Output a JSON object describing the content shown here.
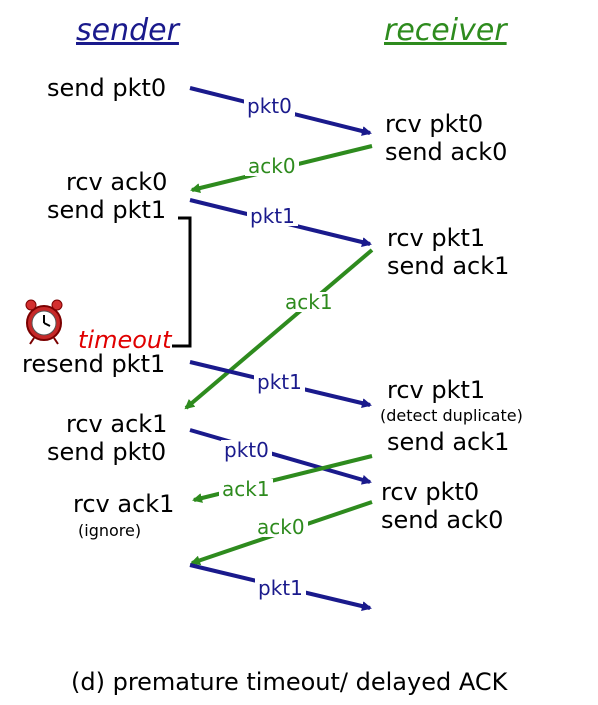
{
  "headers": {
    "sender": "sender",
    "receiver": "receiver"
  },
  "colors": {
    "packet": "#1a1a8c",
    "ack": "#2e8b1e",
    "timeout": "#e00000"
  },
  "sender_events": {
    "send_pkt0": "send pkt0",
    "rcv_ack0": "rcv ack0",
    "send_pkt1": "send pkt1",
    "timeout": "timeout",
    "resend_pkt1": "resend pkt1",
    "rcv_ack1_a": "rcv ack1",
    "send_pkt0_b": "send pkt0",
    "rcv_ack1_b": "rcv ack1",
    "ignore": "(ignore)"
  },
  "receiver_events": {
    "rcv_pkt0": "rcv pkt0",
    "send_ack0": "send ack0",
    "rcv_pkt1": "rcv pkt1",
    "send_ack1": "send ack1",
    "rcv_pkt1_b": "rcv pkt1",
    "detect_duplicate": "(detect duplicate)",
    "send_ack1_b": "send ack1",
    "rcv_pkt0_b": "rcv pkt0",
    "send_ack0_b": "send ack0"
  },
  "messages": {
    "m1": "pkt0",
    "m2": "ack0",
    "m3": "pkt1",
    "m4": "ack1",
    "m5": "pkt1",
    "m6": "pkt0",
    "m7": "ack1",
    "m8": "ack0",
    "m9": "pkt1"
  },
  "caption": "(d) premature timeout/ delayed ACK",
  "icons": {
    "timer": "alarm-clock-icon"
  }
}
